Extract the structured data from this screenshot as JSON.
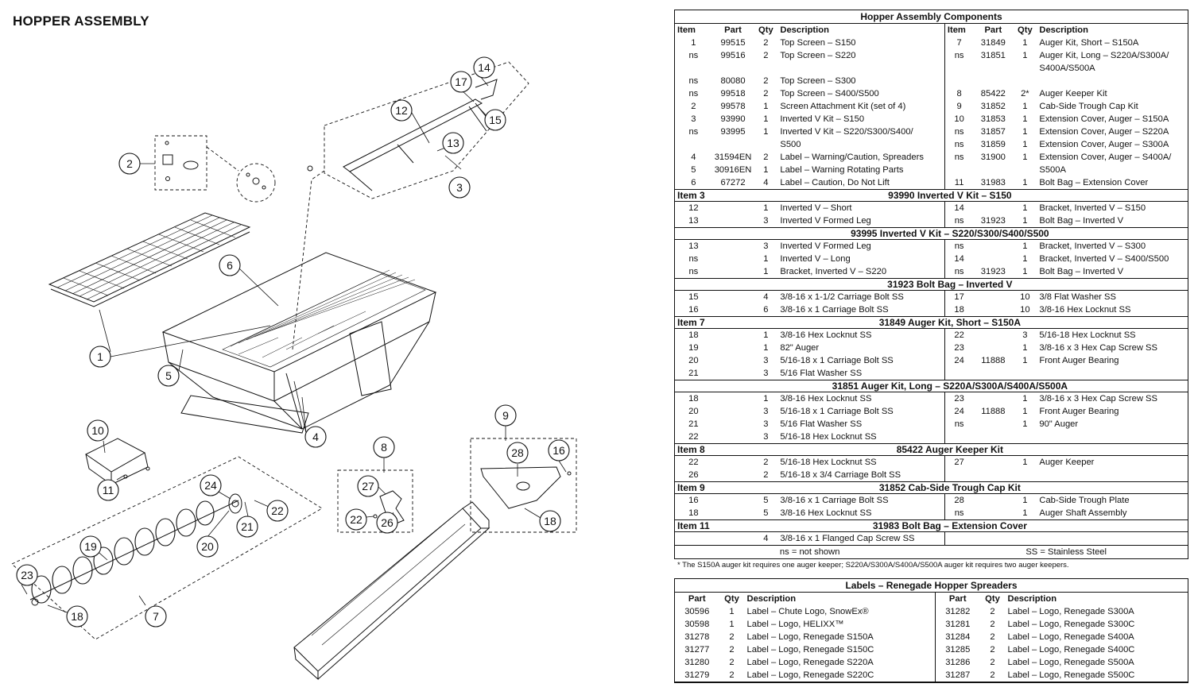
{
  "title": "HOPPER ASSEMBLY",
  "callouts": [
    "1",
    "2",
    "3",
    "4",
    "5",
    "6",
    "7",
    "8",
    "9",
    "10",
    "11",
    "12",
    "13",
    "14",
    "15",
    "16",
    "17",
    "18",
    "19",
    "20",
    "21",
    "22",
    "23",
    "24",
    "26",
    "27",
    "28"
  ],
  "components": {
    "title": "Hopper Assembly Components",
    "headers": [
      "Item",
      "Part",
      "Qty",
      "Description",
      "Item",
      "Part",
      "Qty",
      "Description"
    ],
    "rows": [
      [
        "1",
        "99515",
        "2",
        "Top Screen – S150",
        "7",
        "31849",
        "1",
        "Auger Kit, Short – S150A"
      ],
      [
        "ns",
        "99516",
        "2",
        "Top Screen – S220",
        "ns",
        "31851",
        "1",
        "Auger Kit, Long – S220A/S300A/"
      ],
      [
        "",
        "",
        "",
        "",
        "",
        "",
        "",
        "S400A/S500A"
      ],
      [
        "ns",
        "80080",
        "2",
        "Top Screen – S300",
        "",
        "",
        "",
        ""
      ],
      [
        "ns",
        "99518",
        "2",
        "Top Screen – S400/S500",
        "8",
        "85422",
        "2*",
        "Auger Keeper Kit"
      ],
      [
        "2",
        "99578",
        "1",
        "Screen Attachment Kit (set of 4)",
        "9",
        "31852",
        "1",
        "Cab-Side Trough Cap Kit"
      ],
      [
        "3",
        "93990",
        "1",
        "Inverted V Kit – S150",
        "10",
        "31853",
        "1",
        "Extension Cover, Auger – S150A"
      ],
      [
        "ns",
        "93995",
        "1",
        "Inverted V Kit – S220/S300/S400/",
        "ns",
        "31857",
        "1",
        "Extension Cover, Auger – S220A"
      ],
      [
        "",
        "",
        "",
        "S500",
        "ns",
        "31859",
        "1",
        "Extension Cover, Auger – S300A"
      ],
      [
        "4",
        "31594EN",
        "2",
        "Label – Warning/Caution, Spreaders",
        "ns",
        "31900",
        "1",
        "Extension Cover, Auger – S400A/"
      ],
      [
        "5",
        "30916EN",
        "1",
        "Label – Warning Rotating Parts",
        "",
        "",
        "",
        "S500A"
      ],
      [
        "6",
        "67272",
        "4",
        "Label – Caution, Do Not Lift",
        "11",
        "31983",
        "1",
        "Bolt Bag – Extension Cover"
      ]
    ],
    "sections": [
      {
        "item": "Item 3",
        "title": "93990  Inverted V Kit – S150",
        "rows": [
          [
            "12",
            "",
            "1",
            "Inverted V – Short",
            "14",
            "",
            "1",
            "Bracket, Inverted V – S150"
          ],
          [
            "13",
            "",
            "3",
            "Inverted V Formed Leg",
            "ns",
            "31923",
            "1",
            "Bolt Bag – Inverted V"
          ]
        ]
      },
      {
        "item": "",
        "title": "93995  Inverted V Kit – S220/S300/S400/S500",
        "rows": [
          [
            "13",
            "",
            "3",
            "Inverted V Formed Leg",
            "ns",
            "",
            "1",
            "Bracket, Inverted V – S300"
          ],
          [
            "ns",
            "",
            "1",
            "Inverted V – Long",
            "14",
            "",
            "1",
            "Bracket, Inverted V – S400/S500"
          ],
          [
            "ns",
            "",
            "1",
            "Bracket, Inverted V – S220",
            "ns",
            "31923",
            "1",
            "Bolt Bag – Inverted V"
          ]
        ]
      },
      {
        "item": "",
        "title": "31923  Bolt Bag – Inverted V",
        "rows": [
          [
            "15",
            "",
            "4",
            "3/8-16 x 1-1/2 Carriage Bolt SS",
            "17",
            "",
            "10",
            "3/8 Flat Washer SS"
          ],
          [
            "16",
            "",
            "6",
            "3/8-16 x 1 Carriage Bolt SS",
            "18",
            "",
            "10",
            "3/8-16 Hex Locknut SS"
          ]
        ]
      },
      {
        "item": "Item 7",
        "title": "31849  Auger Kit, Short – S150A",
        "rows": [
          [
            "18",
            "",
            "1",
            "3/8-16 Hex Locknut SS",
            "22",
            "",
            "3",
            "5/16-18 Hex Locknut SS"
          ],
          [
            "19",
            "",
            "1",
            "82\" Auger",
            "23",
            "",
            "1",
            "3/8-16 x 3 Hex Cap Screw SS"
          ],
          [
            "20",
            "",
            "3",
            "5/16-18 x 1 Carriage Bolt SS",
            "24",
            "11888",
            "1",
            "Front Auger Bearing"
          ],
          [
            "21",
            "",
            "3",
            "5/16 Flat Washer SS",
            "",
            "",
            "",
            ""
          ]
        ]
      },
      {
        "item": "",
        "title": "31851  Auger Kit, Long – S220A/S300A/S400A/S500A",
        "rows": [
          [
            "18",
            "",
            "1",
            "3/8-16 Hex Locknut SS",
            "23",
            "",
            "1",
            "3/8-16 x 3 Hex Cap Screw SS"
          ],
          [
            "20",
            "",
            "3",
            "5/16-18 x 1 Carriage Bolt SS",
            "24",
            "11888",
            "1",
            "Front Auger Bearing"
          ],
          [
            "21",
            "",
            "3",
            "5/16 Flat Washer SS",
            "ns",
            "",
            "1",
            "90\" Auger"
          ],
          [
            "22",
            "",
            "3",
            "5/16-18 Hex Locknut SS",
            "",
            "",
            "",
            ""
          ]
        ]
      },
      {
        "item": "Item 8",
        "title": "85422  Auger Keeper Kit",
        "rows": [
          [
            "22",
            "",
            "2",
            "5/16-18 Hex Locknut SS",
            "27",
            "",
            "1",
            "Auger Keeper"
          ],
          [
            "26",
            "",
            "2",
            "5/16-18 x 3/4 Carriage Bolt SS",
            "",
            "",
            "",
            ""
          ]
        ]
      },
      {
        "item": "Item 9",
        "title": "31852  Cab-Side Trough Cap Kit",
        "rows": [
          [
            "16",
            "",
            "5",
            "3/8-16 x 1 Carriage Bolt SS",
            "28",
            "",
            "1",
            "Cab-Side Trough Plate"
          ],
          [
            "18",
            "",
            "5",
            "3/8-16 Hex Locknut SS",
            "ns",
            "",
            "1",
            "Auger Shaft Assembly"
          ]
        ]
      },
      {
        "item": "Item 11",
        "title": "31983  Bolt Bag – Extension Cover",
        "rows": [
          [
            "",
            "",
            "4",
            "3/8-16 x 1 Flanged Cap Screw SS",
            "",
            "",
            "",
            ""
          ]
        ]
      }
    ],
    "legend_ns": "ns = not shown",
    "legend_ss": "SS = Stainless Steel",
    "footnote": "* The S150A auger kit requires one auger keeper; S220A/S300A/S400A/S500A auger kit requires two auger keepers."
  },
  "labels": {
    "title": "Labels – Renegade Hopper Spreaders",
    "headers": [
      "Part",
      "Qty",
      "Description",
      "Part",
      "Qty",
      "Description"
    ],
    "rows": [
      [
        "30596",
        "1",
        "Label – Chute Logo, SnowEx®",
        "31282",
        "2",
        "Label – Logo, Renegade S300A"
      ],
      [
        "30598",
        "1",
        "Label – Logo, HELIXX™",
        "31281",
        "2",
        "Label – Logo, Renegade S300C"
      ],
      [
        "31278",
        "2",
        "Label – Logo, Renegade S150A",
        "31284",
        "2",
        "Label – Logo, Renegade S400A"
      ],
      [
        "31277",
        "2",
        "Label – Logo, Renegade S150C",
        "31285",
        "2",
        "Label – Logo, Renegade S400C"
      ],
      [
        "31280",
        "2",
        "Label – Logo, Renegade S220A",
        "31286",
        "2",
        "Label – Logo, Renegade S500A"
      ],
      [
        "31279",
        "2",
        "Label – Logo, Renegade S220C",
        "31287",
        "2",
        "Label – Logo, Renegade S500C"
      ]
    ]
  }
}
